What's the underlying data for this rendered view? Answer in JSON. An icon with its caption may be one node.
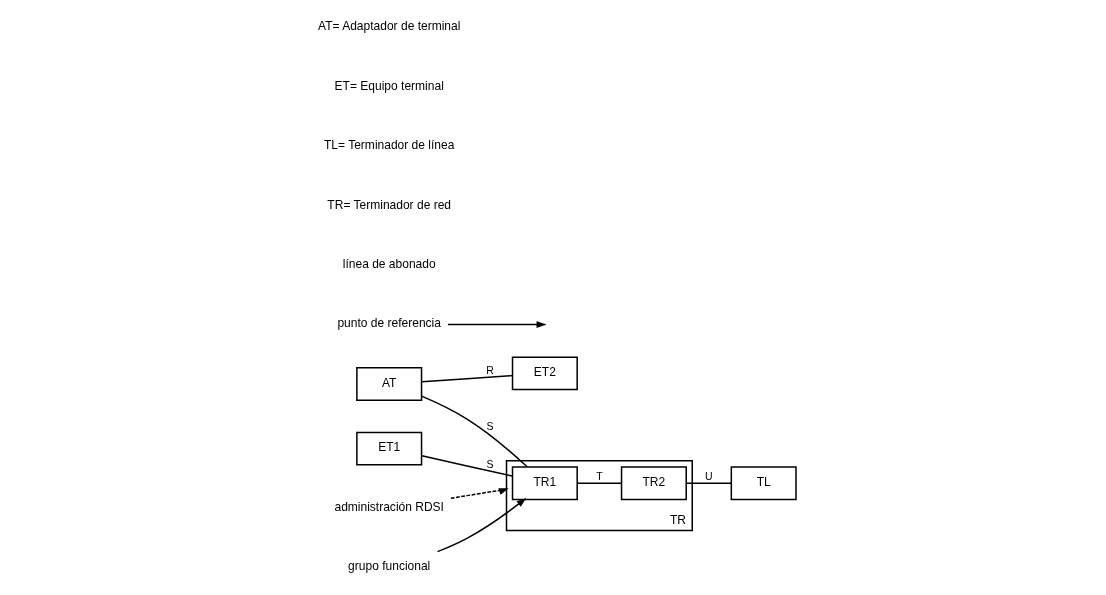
{
  "diagram": {
    "nodes": [
      {
        "text": [
          "TR"
        ]
      },
      {
        "text": [
          "ET1"
        ]
      },
      {
        "text": [
          "TR1"
        ],
        "in": 0
      },
      {
        "text": [
          "TR2"
        ],
        "in": 0
      },
      {
        "text": [
          "TL"
        ]
      },
      {
        "text": [
          "AT"
        ]
      },
      {
        "text": [
          "ET2"
        ]
      },
      {
        "text": [
          "grupo funcional"
        ]
      },
      {
        "text": [
          "administración RDSI"
        ]
      },
      {
        "text": [
          "punto de referencia"
        ]
      }
    ],
    "edges": [
      {
        "from": 1,
        "to": 2,
        "arrow": "none",
        "label": "S"
      },
      {
        "from": 5,
        "to": 2,
        "arrow": "none",
        "label": "S"
      },
      {
        "from": 2,
        "to": 3,
        "arrow": "none",
        "label": "T"
      },
      {
        "from": 3,
        "to": 4,
        "arrow": "none",
        "label": "U"
      },
      {
        "from": 5,
        "to": 6,
        "arrow": "none",
        "label": "R"
      },
      {
        "from": 7,
        "to": 2,
        "arrow": "to"
      },
      {
        "from": 8,
        "to": 0,
        "arrow": "to",
        "style": "dashed"
      },
      {
        "from": 9,
        "to": null,
        "arrow": "to"
      }
    ],
    "labels": [
      "línea de abonado",
      "TR= Terminador de red",
      "TL= Terminador de línea",
      "ET= Equipo terminal",
      "AT= Adaptador de terminal"
    ]
  }
}
